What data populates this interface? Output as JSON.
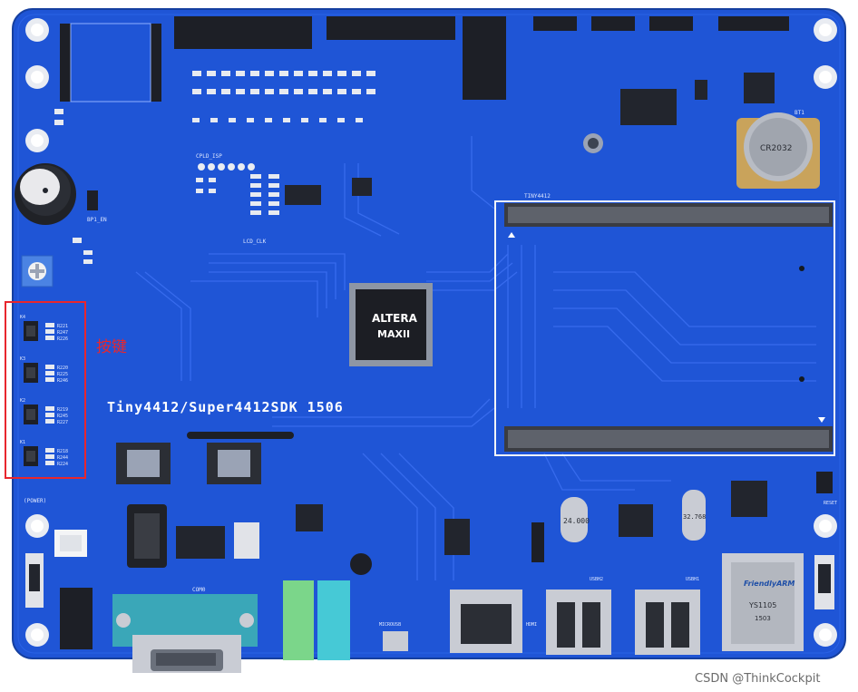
{
  "board": {
    "title": "Tiny4412/Super4412SDK 1506",
    "core_slot_label": "TINY4412",
    "cpld_label": "CPLD_ISP",
    "lcd_clk_label": "LCD_CLK",
    "buzzer_jumper_label": "BP1_EN",
    "power_label": "(POWER)",
    "oscillator_label": "24.000",
    "rtc_crystal_label": "32.768",
    "eth_transformer_brand": "FriendlyARM",
    "eth_transformer_model": "YS1105",
    "eth_transformer_date": "1503",
    "battery_label": "CR2032",
    "battery_slot_label": "BT1",
    "cpld_chip_brand": "ALTERA",
    "cpld_chip_family": "MAXII",
    "usb1_label": "USBH1",
    "usb2_label": "USBH2",
    "hdmi_label": "HDMI",
    "com_label": "COM0",
    "micro_usb_label": "MICROUSB",
    "reset_label": "RESET",
    "key_labels": [
      "K4",
      "K3",
      "K2",
      "K1"
    ],
    "key_resistors": [
      [
        "R221",
        "R247",
        "R226"
      ],
      [
        "R220",
        "R225",
        "R246"
      ],
      [
        "R219",
        "R245",
        "R227"
      ],
      [
        "R218",
        "R244",
        "R224"
      ]
    ]
  },
  "annotation": {
    "label": "按键",
    "color": "#e8262d"
  },
  "watermark": "CSDN @ThinkCockpit",
  "colors": {
    "pcb": "#1f55d6",
    "pcb_dark": "#1746b8",
    "trace": "#3a6ef0",
    "header_black": "#1d1f26",
    "silk": "#dfe8ff",
    "metal": "#c9ccd4",
    "audio_green": "#7bd68a",
    "audio_cyan": "#46c9d6",
    "com_teal": "#3aa7b8",
    "red_box": "#e8262d"
  }
}
